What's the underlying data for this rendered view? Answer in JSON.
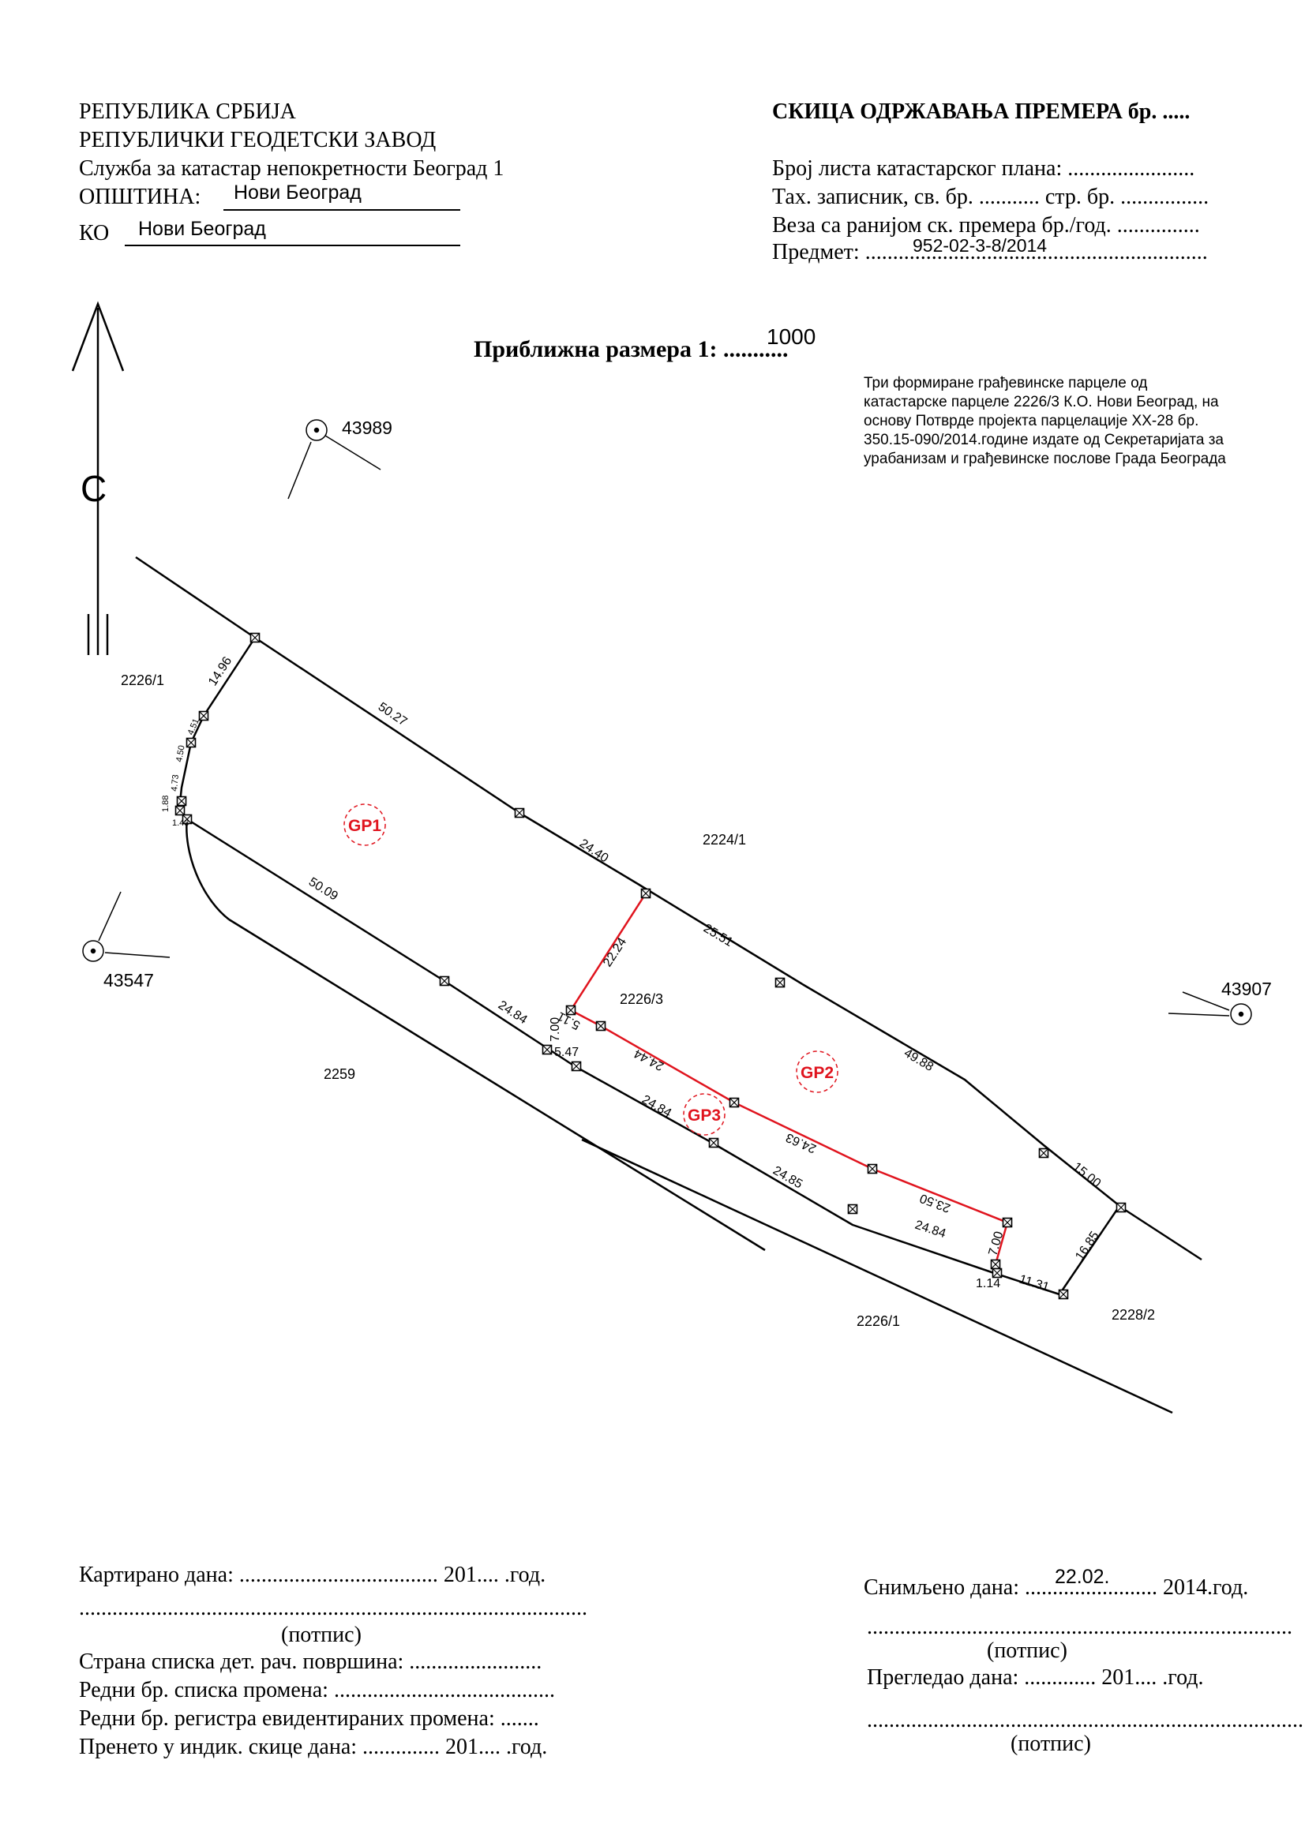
{
  "header_left": {
    "line1": "РЕПУБЛИКА СРБИЈА",
    "line2": "РЕПУБЛИЧКИ ГЕОДЕТСКИ ЗАВОД",
    "line3": "Служба за катастар непокретности Београд 1",
    "opstina_label": "ОПШТИНА:",
    "opstina_value": "Нови Београд",
    "ko_label": "КО",
    "ko_value": "Нови Београд"
  },
  "header_right": {
    "title": "СКИЦА ОДРЖАВАЊА ПРЕМЕРА бр. .....",
    "sheet_line": "Број листа катастарског плана: .......................",
    "notebook_line": "Тах. записник, св. бр. ........... стр. бр. ................",
    "link_line": "Веза са ранијом ск. премера бр./год. ...............",
    "subject_line": "Предмет: ..............................................................",
    "subject_value": "952-02-3-8/2014"
  },
  "scale": {
    "label": "Приближна размера 1: ...........",
    "value": "1000"
  },
  "note": "Три формиране грађевинске парцеле од катастарске парцеле 2226/3 К.О. Нови Београд, на основу Потврде пројекта парцелације XX-28 бр. 350.15-090/2014.године издате од Секретаријата за урабанизам и грађевинске послове Града Београда",
  "north_label": "С",
  "points": [
    {
      "label": "43989"
    },
    {
      "label": "43547"
    },
    {
      "label": "43907"
    }
  ],
  "parcels": [
    {
      "label": "2226/1"
    },
    {
      "label": "2224/1"
    },
    {
      "label": "2226/3"
    },
    {
      "label": "2259"
    },
    {
      "label": "2226/1"
    },
    {
      "label": "2228/2"
    }
  ],
  "building_parcels": [
    {
      "label": "GP1"
    },
    {
      "label": "GP2"
    },
    {
      "label": "GP3"
    }
  ],
  "measurements": [
    {
      "label": "14.96"
    },
    {
      "label": "4.51"
    },
    {
      "label": "4.50"
    },
    {
      "label": "4.73"
    },
    {
      "label": "1.88"
    },
    {
      "label": "1.43"
    },
    {
      "label": "50.27"
    },
    {
      "label": "24.40"
    },
    {
      "label": "25.51"
    },
    {
      "label": "49.88"
    },
    {
      "label": "15.00"
    },
    {
      "label": "16.85"
    },
    {
      "label": "11.31"
    },
    {
      "label": "1.14"
    },
    {
      "label": "7.00"
    },
    {
      "label": "24.84"
    },
    {
      "label": "24.85"
    },
    {
      "label": "24.84"
    },
    {
      "label": "5.47"
    },
    {
      "label": "24.84"
    },
    {
      "label": "50.09"
    },
    {
      "label": "22.24"
    },
    {
      "label": "7.00"
    },
    {
      "label": "5.11"
    },
    {
      "label": "24.44"
    },
    {
      "label": "24.63"
    },
    {
      "label": "23.50"
    }
  ],
  "footer_left": {
    "mapped": "Картирано дана: .................................... 201.... .год.",
    "sig_line": "............................................................................................",
    "sig_label": "(потпис)",
    "area_list": "Страна списка дет. рач. површина: ........................",
    "change_list": "Редни бр. списка промена: ........................................",
    "register": "Редни бр. регистра евидентираних промена: .......",
    "transferred": "Пренето у индик. скице дана: .............. 201.... .год."
  },
  "footer_right": {
    "surveyed": "Снимљено дана: ........................ 2014.год.",
    "surveyed_value": "22.02.",
    "sig_line1": ".............................................................................",
    "sig_label1": "(потпис)",
    "reviewed": "Прегледао дана: ............. 201.... .год.",
    "sig_line2": "...............................................................................",
    "sig_label2": "(потпис)"
  },
  "colors": {
    "ink": "#000000",
    "red": "#e0141e"
  }
}
